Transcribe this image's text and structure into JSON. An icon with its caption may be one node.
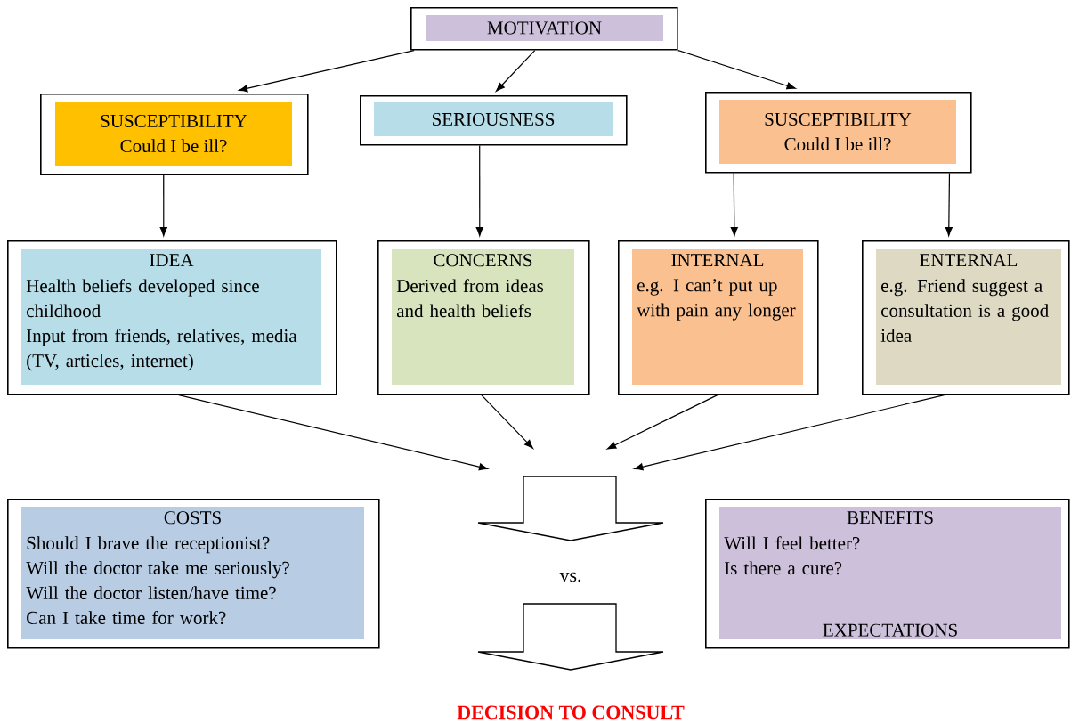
{
  "diagram": {
    "nodes": [
      {
        "text": [
          "MOTIVATION"
        ]
      },
      {
        "text": [
          "SUSCEPTIBILITY",
          "Could I be ill?"
        ]
      },
      {
        "text": [
          "SERIOUSNESS"
        ]
      },
      {
        "text": [
          "SUSCEPTIBILITY",
          "Could I be ill?"
        ]
      },
      {
        "text": [
          "IDEA",
          "Health beliefs developed since childhood",
          "Input from friends, relatives, media (TV, articles, internet)"
        ]
      },
      {
        "text": [
          "CONCERNS",
          "Derived from ideas and health beliefs"
        ]
      },
      {
        "text": [
          "INTERNAL",
          "e.g. I can’t put up with pain any longer"
        ]
      },
      {
        "text": [
          "ENTERNAL",
          "e.g. Friend suggest a consultation is a good idea"
        ]
      },
      {
        "text": [],
        "shape": "arrow"
      },
      {
        "text": [
          "COSTS",
          "Should I brave the receptionist?",
          "Will the doctor take me seriously?",
          "Will the doctor listen/have time?",
          "Can I take time for work?"
        ]
      },
      {
        "text": [
          "BENEFITS",
          "Will I feel better?",
          "Is there a cure?",
          "EXPECTATIONS"
        ]
      },
      {
        "text": [],
        "shape": "arrow"
      }
    ],
    "edges": [
      {
        "from": 0,
        "to": 1,
        "arrow": "to"
      },
      {
        "from": 0,
        "to": 2,
        "arrow": "to"
      },
      {
        "from": 0,
        "to": 3,
        "arrow": "to"
      },
      {
        "from": 1,
        "to": 4,
        "arrow": "to"
      },
      {
        "from": 2,
        "to": 5,
        "arrow": "to"
      },
      {
        "from": 3,
        "to": 6,
        "arrow": "to"
      },
      {
        "from": 3,
        "to": 7,
        "arrow": "to"
      },
      {
        "from": 4,
        "to": 8,
        "arrow": "to"
      },
      {
        "from": 5,
        "to": 8,
        "arrow": "to"
      },
      {
        "from": 6,
        "to": 8,
        "arrow": "to"
      },
      {
        "from": 7,
        "to": 8,
        "arrow": "to"
      }
    ],
    "labels": [
      "vs.",
      "DECISION TO CONSULT"
    ]
  }
}
